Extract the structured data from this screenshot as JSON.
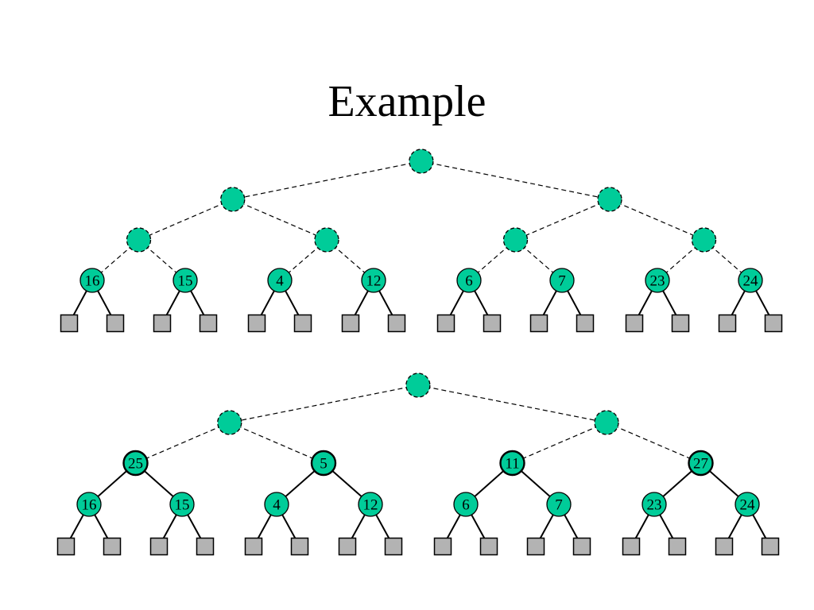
{
  "title": "Example",
  "colors": {
    "node_fill": "#00cc99",
    "leaf_fill": "#b3b3b3",
    "edge": "#000000"
  },
  "trees": [
    {
      "levels": [
        {
          "style": "dashed",
          "labels": [
            ""
          ]
        },
        {
          "style": "dashed",
          "labels": [
            "",
            ""
          ]
        },
        {
          "style": "dashed",
          "labels": [
            "",
            "",
            "",
            ""
          ]
        },
        {
          "style": "normal",
          "labels": [
            "16",
            "15",
            "4",
            "12",
            "6",
            "7",
            "23",
            "24"
          ]
        }
      ],
      "edge_styles": [
        "dashed",
        "dashed",
        "dashed",
        "solid"
      ]
    },
    {
      "levels": [
        {
          "style": "dashed",
          "labels": [
            ""
          ]
        },
        {
          "style": "dashed",
          "labels": [
            "",
            ""
          ]
        },
        {
          "style": "thick",
          "labels": [
            "25",
            "5",
            "11",
            "27"
          ]
        },
        {
          "style": "normal",
          "labels": [
            "16",
            "15",
            "4",
            "12",
            "6",
            "7",
            "23",
            "24"
          ]
        }
      ],
      "edge_styles": [
        "dashed",
        "dashed",
        "solid",
        "solid"
      ]
    }
  ]
}
